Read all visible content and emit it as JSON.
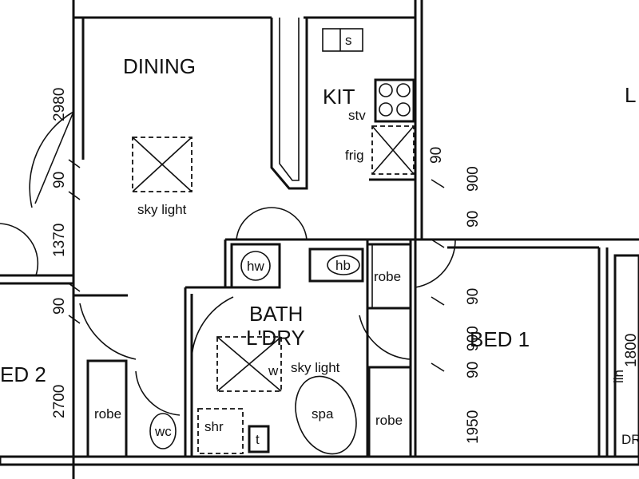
{
  "rooms": {
    "dining": "DINING",
    "kit": "KIT",
    "bath": "BATH",
    "lndry": "L'DRY",
    "bed1": "BED 1",
    "bed2": "ED 2",
    "living_partial": "L",
    "dr_partial": "DR"
  },
  "fixtures": {
    "skylight_dining": "sky light",
    "skylight_bath": "sky light",
    "stove": "stv",
    "fridge": "frig",
    "sink": "s",
    "hot_water": "hw",
    "hand_basin": "hb",
    "robe_top": "robe",
    "robe_left": "robe",
    "robe_bottom": "robe",
    "wc": "wc",
    "shower": "shr",
    "toilet": "t",
    "spa": "spa",
    "washer": "w",
    "linen": "lin"
  },
  "dimensions": {
    "d2980": "2980",
    "d90a": "90",
    "d1370": "1370",
    "d90b": "90",
    "d2700": "2700",
    "d90c": "90",
    "d900a": "900",
    "d90d": "90",
    "d90e": "90",
    "d900b": "900",
    "d90f": "90",
    "d1950": "1950",
    "d1800": "1800"
  }
}
